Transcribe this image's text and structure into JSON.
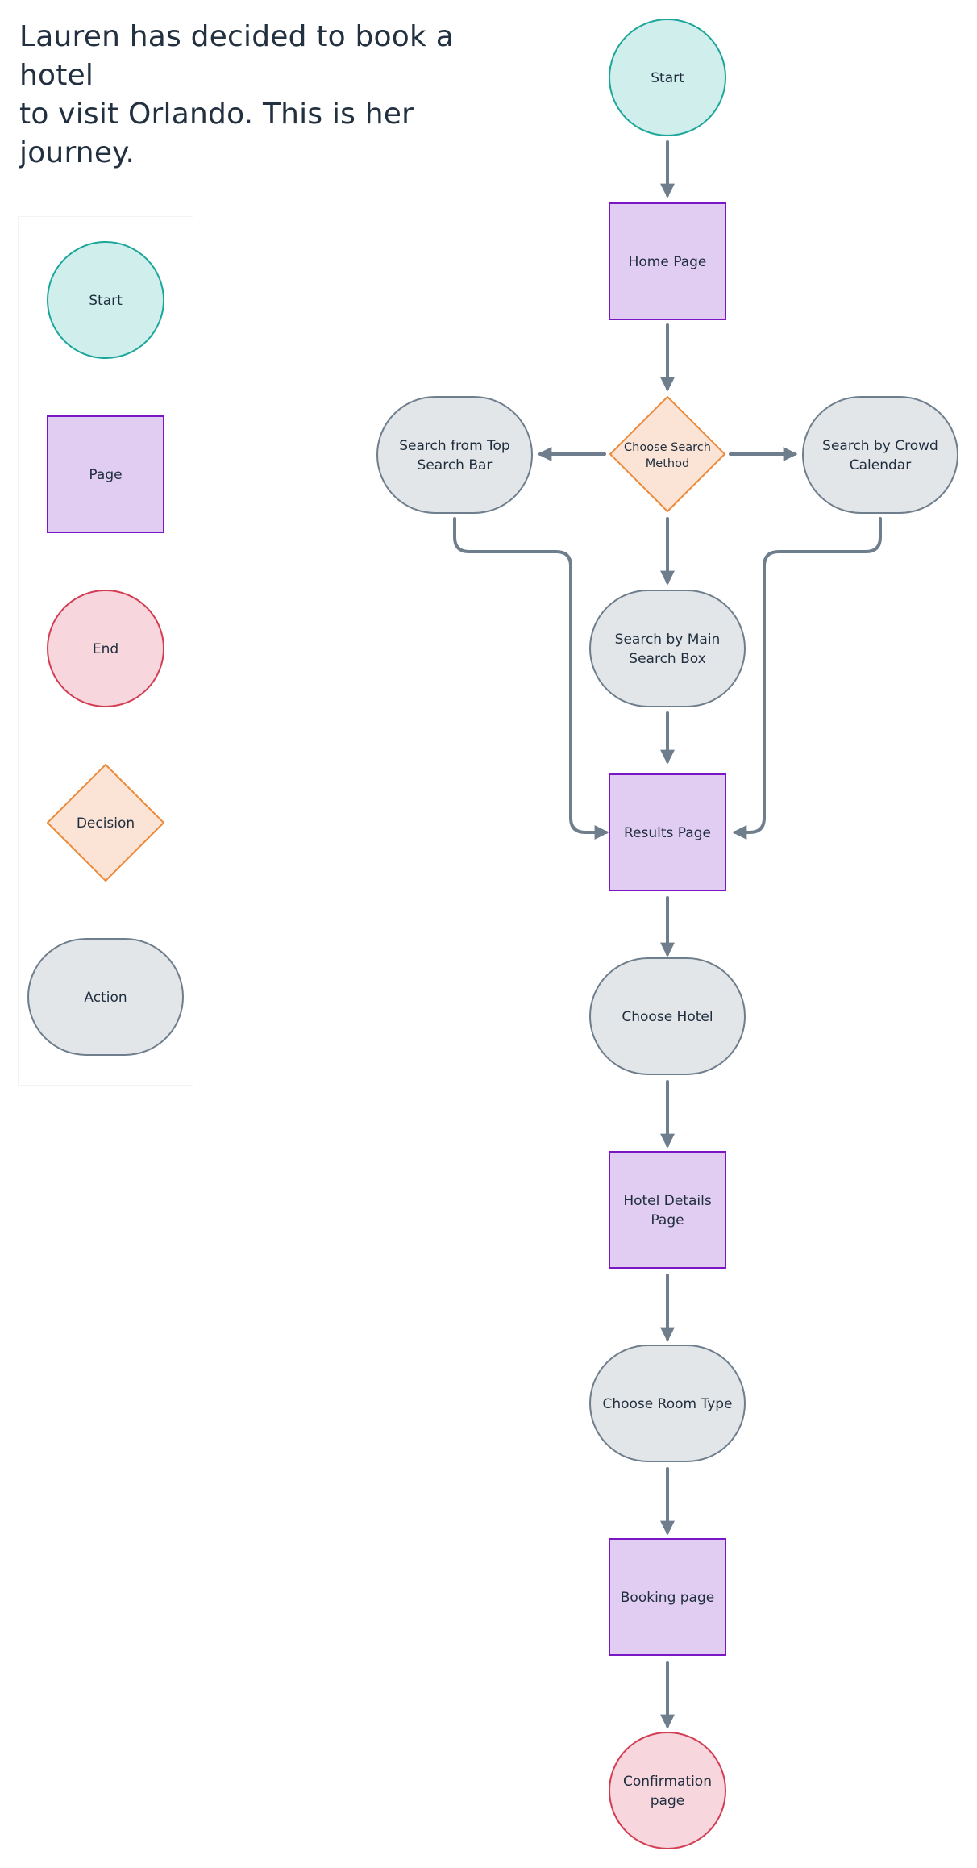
{
  "title": {
    "line1": "Lauren has decided to book a hotel",
    "line2": "to visit Orlando. This is her journey."
  },
  "legend": {
    "start": "Start",
    "page": "Page",
    "end": "End",
    "decision": "Decision",
    "action": "Action"
  },
  "flow": {
    "start": "Start",
    "home_page": "Home Page",
    "choose_search_method": [
      "Choose Search",
      "Method"
    ],
    "search_top_bar": [
      "Search from Top",
      "Search Bar"
    ],
    "search_crowd_calendar": [
      "Search by Crowd",
      "Calendar"
    ],
    "search_main_box": [
      "Search by Main",
      "Search Box"
    ],
    "results_page": "Results Page",
    "choose_hotel": "Choose Hotel",
    "hotel_details_page": [
      "Hotel Details",
      "Page"
    ],
    "choose_room_type": "Choose Room Type",
    "booking_page": "Booking page",
    "confirmation_page": [
      "Confirmation",
      "page"
    ]
  },
  "colors": {
    "start_fill": "#d0eeec",
    "start_stroke": "#1aa79a",
    "page_fill": "#e1cdf2",
    "page_stroke": "#7a16c4",
    "end_fill": "#f7d6dd",
    "end_stroke": "#d33d53",
    "decision_fill": "#fbe4d6",
    "decision_stroke": "#ec8a3a",
    "action_fill": "#e2e6e9",
    "action_stroke": "#6f7e8c",
    "arrow": "#6f7e8c"
  }
}
